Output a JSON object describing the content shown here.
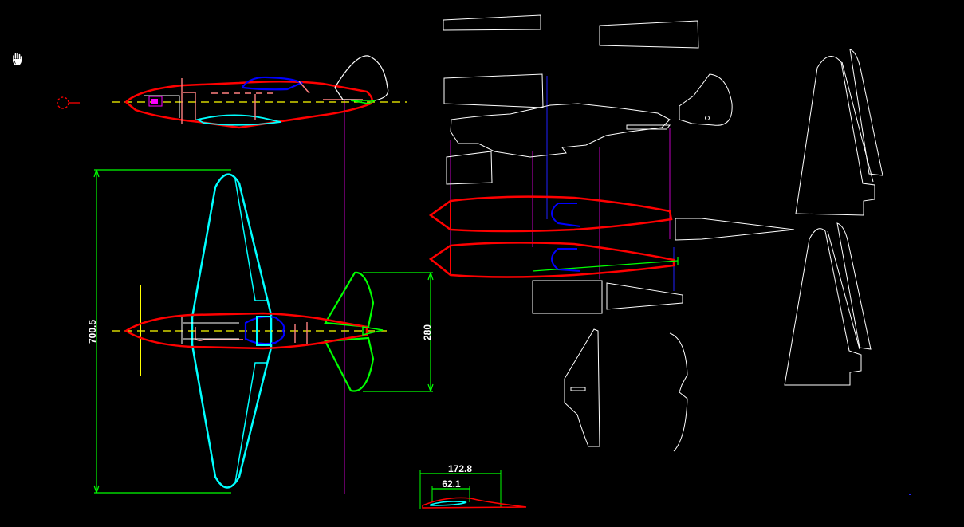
{
  "viewport": {
    "background": "#000000",
    "cursor_icon": "hand-pan-icon"
  },
  "colors": {
    "outline": "#ffffff",
    "fuselage": "#ff0000",
    "wing": "#00ffff",
    "tail": "#00ff00",
    "canopy": "#0000ff",
    "centerline": "#ffff00",
    "dimension": "#00ff00",
    "guide": "#c000c0",
    "structure": "#ff8080",
    "highlight": "#ff00ff"
  },
  "dimensions": {
    "wingspan": "700.5",
    "tail_span": "280",
    "root_chord": "172.8",
    "airfoil_thickness": "62.1"
  }
}
